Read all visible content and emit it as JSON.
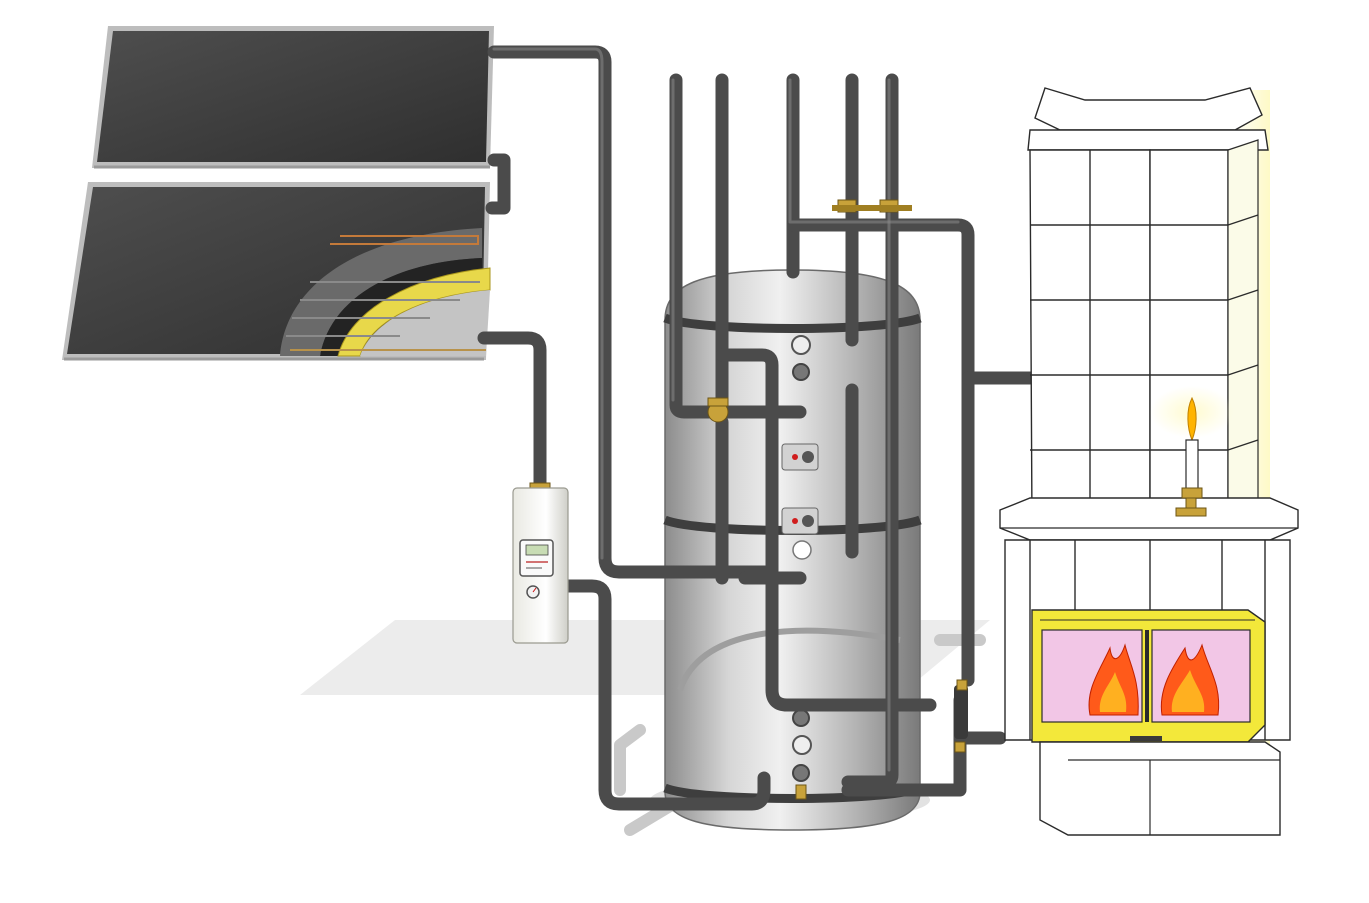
{
  "diagram": {
    "components": [
      {
        "id": "solar-collector-upper",
        "type": "solar-collector"
      },
      {
        "id": "solar-collector-lower",
        "type": "solar-collector-cutaway"
      },
      {
        "id": "solar-controller",
        "type": "control-station"
      },
      {
        "id": "buffer-tank",
        "type": "hot-water-storage-tank"
      },
      {
        "id": "tiled-stove",
        "type": "tiled-stove-with-fireplace"
      },
      {
        "id": "candle",
        "type": "decoration"
      }
    ],
    "colors": {
      "pipe": "#4b4b4b",
      "collector": "#3c3c3c",
      "insulation": "#e8d84a",
      "tank": "#b9b9b9",
      "stove_tiles": "#ffffff",
      "fire_window": "#f2c6e6",
      "frame": "#f3e83a",
      "flame": "#ff5a1a"
    }
  }
}
